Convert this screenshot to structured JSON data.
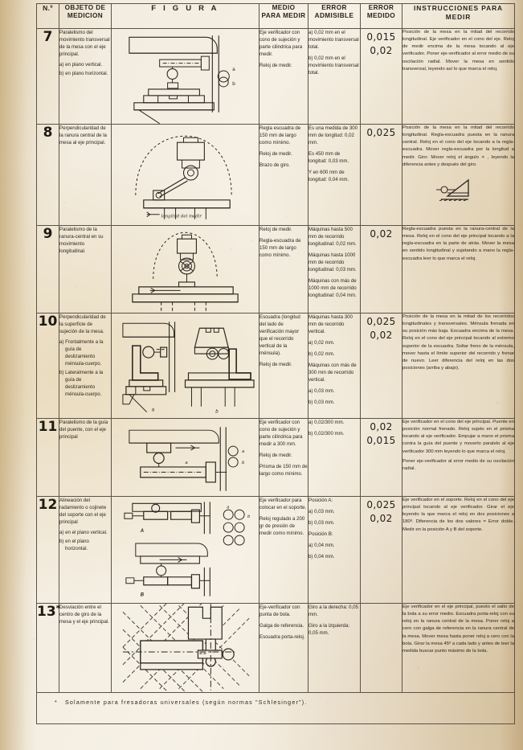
{
  "document": {
    "title": "Tabla de comprobaciones geométricas de fresadoras",
    "footnote_marker": "*",
    "footnote": "Solamente para fresadoras universales (según normas \"Schlesinger\")."
  },
  "columns": [
    {
      "key": "no",
      "label_line1": "N.º",
      "label_line2": ""
    },
    {
      "key": "obj",
      "label_line1": "OBJETO DE",
      "label_line2": "MEDICION"
    },
    {
      "key": "fig",
      "label_line1": "F I G U R A",
      "label_line2": ""
    },
    {
      "key": "med",
      "label_line1": "MEDIO",
      "label_line2": "PARA MEDIR"
    },
    {
      "key": "err",
      "label_line1": "ERROR",
      "label_line2": "ADMISIBLE"
    },
    {
      "key": "errm",
      "label_line1": "ERROR",
      "label_line2": "MEDIDO"
    },
    {
      "key": "ins",
      "label_line1": "INSTRUCCIONES PARA MEDIR",
      "label_line2": ""
    }
  ],
  "rows": [
    {
      "no": "7",
      "star": false,
      "objeto": [
        "Paralelismo del movimiento transversal de la mesa con el eje principal."
      ],
      "objeto_sub": [
        "a) en plano vertical.",
        "b) en plano horizontal."
      ],
      "figure_name": "mesa-transversal-eje-principal",
      "medio": [
        "Eje verificador con cono de sujeción y parte cilindrica para medir.",
        "Reloj de medir."
      ],
      "admisible": [
        "a) 0,02 mm en el movimiento transversal total.",
        "b) 0,02 mm en el movimiento transversal total."
      ],
      "medido": [
        "0,015",
        "0,02"
      ],
      "instrucciones": [
        "Posición de la mesa en la mitad del recorrido longitudinal. Eje verificador en el cono del eje. Reloj de medir encima de la mesa tocando al eje verificador. Poner eje-verificador al error medio de su oscilación radial. Mover la mesa en sentido transversal, leyendo así lo que marca el reloj."
      ]
    },
    {
      "no": "8",
      "star": false,
      "objeto": [
        "Perpendicularidad de la ranura central de la mesa al eje principal."
      ],
      "objeto_sub": [],
      "figure_name": "ranura-central-perpendicularidad",
      "medio": [
        "Regla escuadra de 150 mm de largo como mínimo.",
        "Reloj de medir.",
        "Brazo de giro."
      ],
      "admisible": [
        "Es una medida de 300 mm de longitud: 0,02 mm.",
        "Es 450 mm de longitud: 0,03 mm.",
        "Y en 600 mm de longitud: 0,04 mm."
      ],
      "medido": [
        "0,025"
      ],
      "instrucciones": [
        "Posición de la mesa en la mitad del recorrido longitudinal. Regla-escuadra puesta en la ranura central. Reloj en el cono del eje tocando a la regla-escuadra. Mover regla-escuadra por la longitud a medir. Giro: Mover reloj el ángulo ∝ , leyendo la diferencia antes y después del giro."
      ],
      "instrucciones_icon": "angle-gauge-icon"
    },
    {
      "no": "9",
      "star": false,
      "objeto": [
        "Paralelismo de la ranura-central en su movimiento longitudinal."
      ],
      "objeto_sub": [],
      "figure_name": "ranura-central-longitudinal",
      "medio": [
        "Reloj de medir.",
        "Regla-escuadra de 150 mm de largo como mínimo."
      ],
      "admisible": [
        "Máquinas hasta 500 mm de recorrido longitudinal: 0,02 mm.",
        "Máquinas hasta 1000 mm de recorrido longitudinal: 0,03 mm.",
        "Máquinas con más de 1000 mm de recorrido longitudinal: 0,04 mm."
      ],
      "medido": [
        "0,02"
      ],
      "instrucciones": [
        "Regla-escuadra puesta en la ranura-central de la mesa. Reloj en el cono del eje principal tocando a la regla-escuadra en la parte de atrás. Mover la mesa en sentido longitudinal y sujetando a mano la regla-escuadra leer lo que marca el reloj."
      ]
    },
    {
      "no": "10",
      "star": false,
      "objeto": [
        "Perpendicularidad de la superficie de sujeción de la mesa."
      ],
      "objeto_sub": [
        "a) Frontalmente a la guía de deslizamiento ménsula-cuerpo.",
        "b) Lateralmente a la guía de deslizamiento ménsula-cuerpo."
      ],
      "figure_name": "superficie-sujecion-mensula",
      "medio": [
        "Escuadra (longitud del lado de verificación mayor que el recorrido vertical de la ménsula).",
        "Reloj de medir."
      ],
      "admisible": [
        "Máquinas hasta 300 mm de recorrido vertical.",
        "a) 0,02 mm.",
        "b) 0,02 mm.",
        "Máquinas con más de 300 mm de recorrido vertical.",
        "a) 0,03 mm.",
        "b) 0,03 mm."
      ],
      "medido": [
        "0,025",
        "0,02"
      ],
      "instrucciones": [
        "Posición de la mesa en la mitad de los recorridos longitudinales y transversales. Ménsula frenada en su posición más baja. Escuadra encima de la mesa. Reloj en el cono del eje principal tocando al extremo superior de la escuadra. Soltar freno de la ménsula, mover hasta el límite superior del recorrido y frenar de nuevo. Leer diferencia del reloj en las dos posiciones (arriba y abajo)."
      ]
    },
    {
      "no": "11",
      "star": false,
      "objeto": [
        "Paralelismo de la guía del puente, con el eje principal"
      ],
      "objeto_sub": [],
      "figure_name": "guia-puente-eje-principal",
      "medio": [
        "Eje verificador con cono de sujeción y parte cilíndrica para medir a 300 mm.",
        "Reloj de medir.",
        "Prisma de 150 mm de largo como mínimo."
      ],
      "admisible": [
        "a) 0,02/300 mm.",
        "b) 0,02/300 mm."
      ],
      "medido": [
        "0,02",
        "0,015"
      ],
      "instrucciones": [
        "Eje verificador en el cono del eje principal. Puente en posición normal frenado. Reloj sujeto en el prisma tocando al eje verificador. Empujar a mano el prisma contra la guía del puente y moverlo paralelo al eje verificador 300 mm leyendo lo que marca el reloj.",
        "Poner eje-verificador al error medio de su oscilación radial."
      ]
    },
    {
      "no": "12",
      "star": false,
      "objeto": [
        "Alineación del radamiento o cojinete del soporte con el eje principal"
      ],
      "objeto_sub": [
        "a) en el plano vertical.",
        "b) en el plano horizontal."
      ],
      "figure_name": "cojinete-soporte-alineacion",
      "medio": [
        "Eje verificador para colocar en el soporte.",
        "Reloj regulado a 200 gr de presión de medir como mínimo."
      ],
      "admisible": [
        "Posición A:",
        "a) 0,03 mm.",
        "b) 0,03 mm.",
        "Posición B:",
        "a) 0,04 mm.",
        "b) 0,04 mm."
      ],
      "medido": [
        "0,025",
        "0,02"
      ],
      "instrucciones": [
        "Eje verificador en el soporte. Reloj en el cono del eje principal tocando al eje verificador. Girar el eje leyendo la que marca el reloj en dos posiciones a 180º. Diferencia de los dos valores = Error doble. Medir en la posición A y B del soporte."
      ]
    },
    {
      "no": "13",
      "star": true,
      "objeto": [
        "Desviación entre el centro de giro de la mesa y el eje principal."
      ],
      "objeto_sub": [],
      "figure_name": "centro-giro-mesa-desviacion",
      "medio": [
        "Eje-verificador con punta de bola.",
        "Galga de referencia.",
        "Escuadra porta-reloj."
      ],
      "admisible": [
        "Giro a la derecha: 0,05 mm.",
        "Giro a la izquierda: 0,05 mm."
      ],
      "medido": [],
      "instrucciones": [
        "Eje verificador en el eje principal, puesto el salto de la bola a su error medio. Escuadra porta-reloj con su reloj en la ranura central de la mesa. Poner reloj a cero con galga de referencia en la ranura central de la mesa. Mover mesa hasta poner reloj a cero con la bola. Girar la mesa 45º a cada lado y antes de leer la medida buscar punto máximo de la bola."
      ]
    }
  ],
  "colors": {
    "paper": "#f2ebdc",
    "ink": "#2b2620",
    "rule": "#5b5348",
    "stain": "#c4a876"
  }
}
